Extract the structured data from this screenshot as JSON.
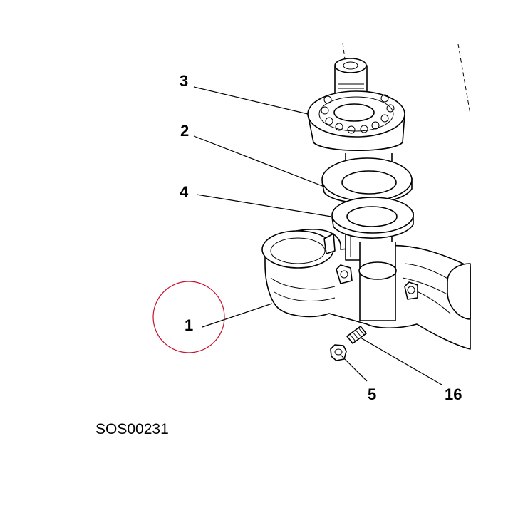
{
  "diagram": {
    "callouts": {
      "c1": "1",
      "c2": "2",
      "c3": "3",
      "c4": "4",
      "c5": "5",
      "c16": "16"
    },
    "code": "SOS00231",
    "highlight_color": "#c8102e"
  }
}
